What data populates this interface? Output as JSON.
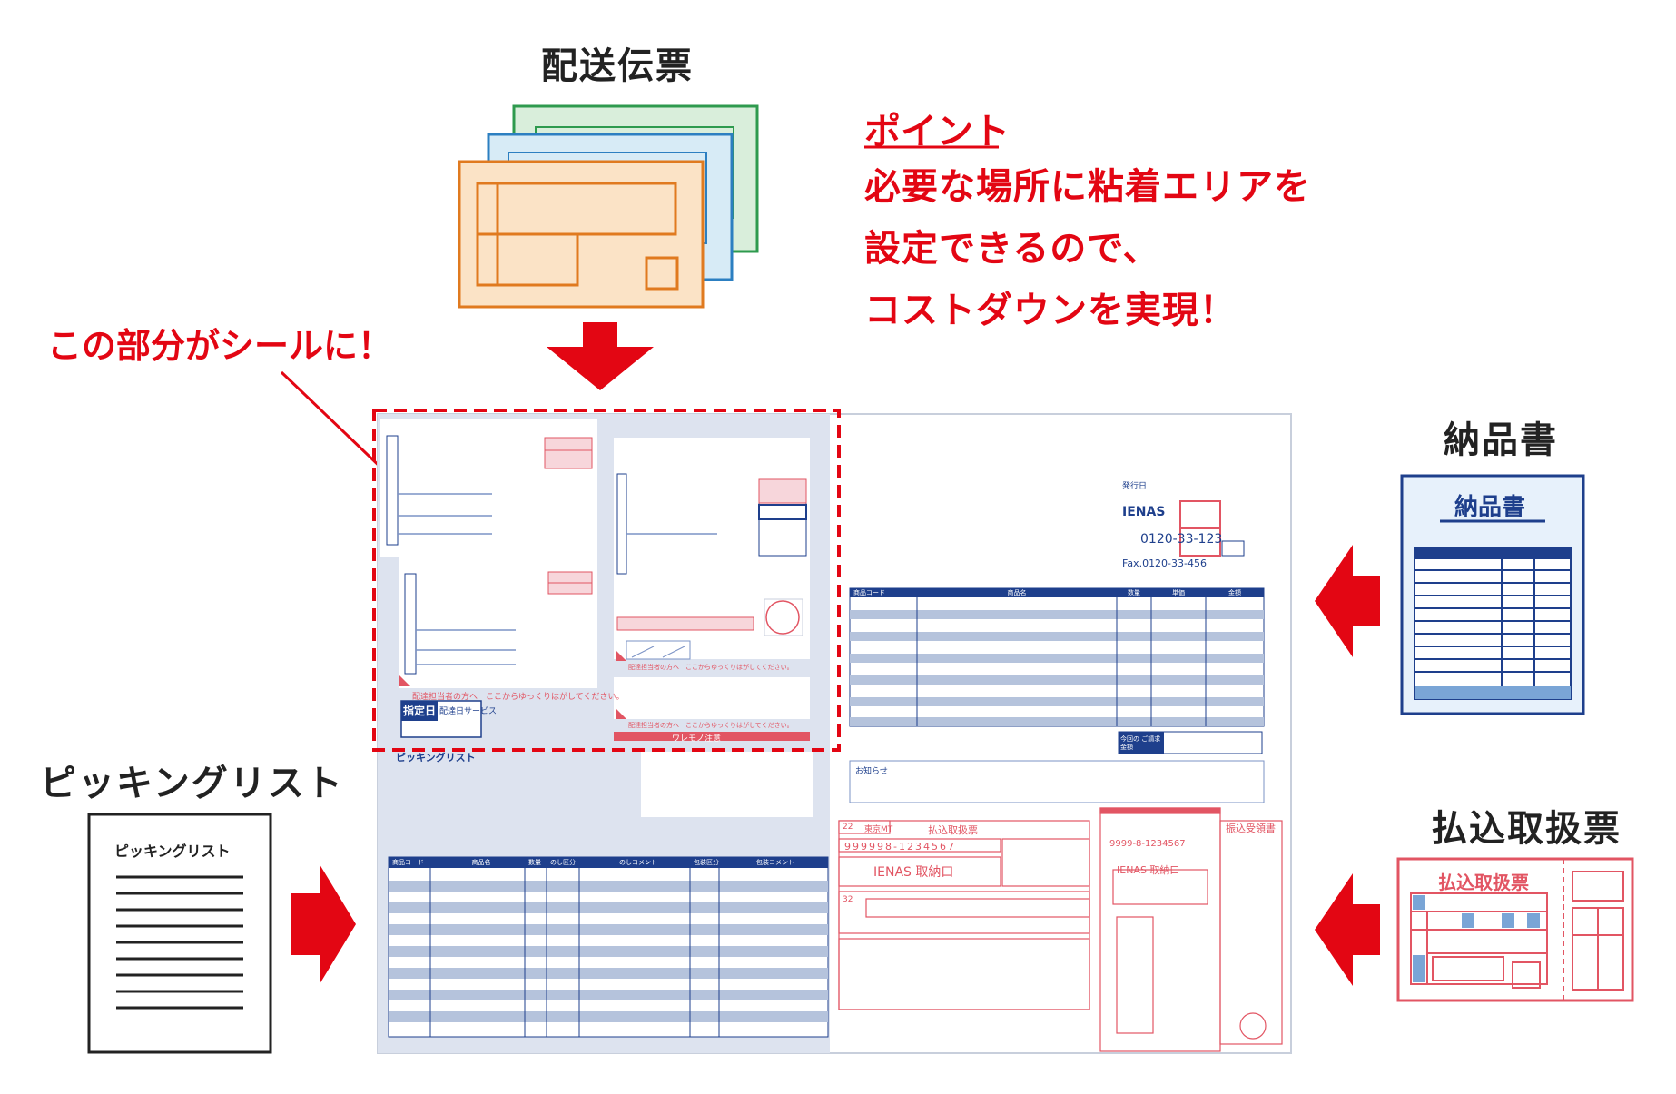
{
  "labels": {
    "shipping_slip": "配送伝票",
    "point_title": "ポイント",
    "point_lines": [
      "必要な場所に粘着エリアを",
      "設定できるので、",
      "コストダウンを実現！"
    ],
    "sticker_note": "この部分がシールに！",
    "delivery_note": "納品書",
    "delivery_note_card": "納品書",
    "picking_list": "ピッキングリスト",
    "picking_list_card": "ピッキングリスト",
    "transfer_slip": "払込取扱票",
    "transfer_slip_card": "払込取扱票"
  },
  "form": {
    "issue_date": "発行日",
    "company": "IENAS",
    "phone": "0120-33-123",
    "fax": "Fax.0120-33-456",
    "picking_title": "ピッキングリスト",
    "wide_headers": [
      "商品コード",
      "商品名",
      "数量",
      "のし区分",
      "のしコメント",
      "包装区分",
      "包装コメント"
    ],
    "invoice_headers": [
      "商品コード",
      "商品名",
      "数量",
      "単価",
      "金額"
    ],
    "invoice_total": "今回の ご請求金額",
    "notice": "お知らせ",
    "shipping_note": "配達担当者の方へ　ここからゆっくりはがしてください。",
    "wareneono": "ワレモノ注意",
    "stamp_text": "指定日",
    "service_text": "配達日サービス",
    "account": "9999-8-1234567",
    "account_digits": "999998-1234567",
    "payee": "IENAS 取納口",
    "payment_title": "払込取扱票",
    "receipt_title": "振込受領書",
    "code_22": "22",
    "code_label": "東京MT",
    "code_32": "32"
  },
  "colors": {
    "accent_red": "#e30613",
    "navy": "#1e3f8c",
    "form_pink": "#e25563",
    "form_bg": "#dde3ef",
    "stripe": "#b5c3dc",
    "green": "#2e9a4e",
    "blue": "#2c7fc1",
    "orange": "#e07a1f"
  }
}
